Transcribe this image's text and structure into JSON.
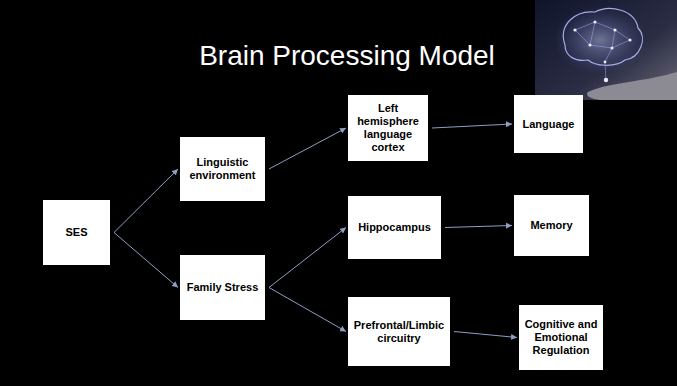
{
  "diagram": {
    "title": "Brain Processing Model",
    "nodes": [
      {
        "text": [
          "SES"
        ]
      },
      {
        "text": [
          "Linguistic environment"
        ]
      },
      {
        "text": [
          "Family Stress"
        ]
      },
      {
        "text": [
          "Left hemisphere language cortex"
        ]
      },
      {
        "text": [
          "Hippocampus"
        ]
      },
      {
        "text": [
          "Prefrontal/Limbic circuitry"
        ]
      },
      {
        "text": [
          "Language"
        ]
      },
      {
        "text": [
          "Memory"
        ]
      },
      {
        "text": [
          "Cognitive and Emotional Regulation"
        ]
      }
    ],
    "edges": [
      {
        "from": 0,
        "to": 1,
        "arrow": "to"
      },
      {
        "from": 0,
        "to": 2,
        "arrow": "to"
      },
      {
        "from": 1,
        "to": 3,
        "arrow": "to"
      },
      {
        "from": 2,
        "to": 4,
        "arrow": "to"
      },
      {
        "from": 2,
        "to": 5,
        "arrow": "to"
      },
      {
        "from": 3,
        "to": 6,
        "arrow": "to"
      },
      {
        "from": 4,
        "to": 7,
        "arrow": "to"
      },
      {
        "from": 5,
        "to": 8,
        "arrow": "to"
      }
    ]
  }
}
